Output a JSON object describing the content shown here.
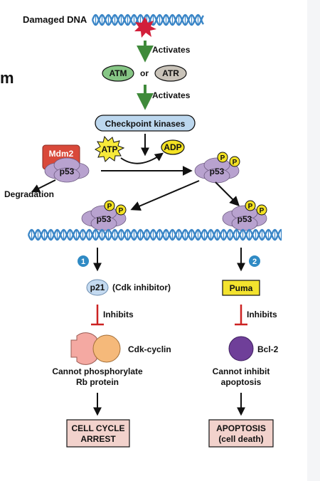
{
  "side_fragment": "m",
  "labels": {
    "damaged_dna": "Damaged DNA",
    "activates_1": "Activates",
    "activates_2": "Activates",
    "atm": "ATM",
    "or": "or",
    "atr": "ATR",
    "checkpoint_kinases": "Checkpoint kinases",
    "mdm2": "Mdm2",
    "p53": "p53",
    "atp": "ATP",
    "adp": "ADP",
    "phosphate": "P",
    "degradation": "Degradation",
    "step1": "1",
    "step2": "2",
    "p21": "p21",
    "cdk_inhibitor": "(Cdk inhibitor)",
    "puma": "Puma",
    "inhibits_left": "Inhibits",
    "inhibits_right": "Inhibits",
    "cdk_cyclin": "Cdk-cyclin",
    "bcl2": "Bcl-2",
    "cannot_phos_1": "Cannot phosphorylate",
    "cannot_phos_2": "Rb protein",
    "cannot_inhibit_1": "Cannot inhibit",
    "cannot_inhibit_2": "apoptosis",
    "outcome_left_1": "CELL CYCLE",
    "outcome_left_2": "ARREST",
    "outcome_right_1": "APOPTOSIS",
    "outcome_right_2": "(cell death)"
  },
  "colors": {
    "dna": "#3b86c7",
    "activate_arrow": "#3f8a3a",
    "inhibit": "#cc2222",
    "atm_fill": "#86c685",
    "atr_fill": "#c9c3b9",
    "checkpoint_fill": "#bcd7ee",
    "mdm2_fill": "#d9493a",
    "p53_fill": "#b8a2cf",
    "phosphate_fill": "#f4e223",
    "atp_fill": "#f7ea3a",
    "adp_fill": "#f4e223",
    "p21_fill": "#c4daf0",
    "puma_fill": "#f3e32e",
    "cdk_fill": "#f4a9a2",
    "cyclin_fill": "#f5b97a",
    "bcl2_fill": "#6f3f99",
    "outcome_fill": "#f2d2cc",
    "damage_star": "#d21f3a",
    "step_badge": "#2f8ac4"
  }
}
